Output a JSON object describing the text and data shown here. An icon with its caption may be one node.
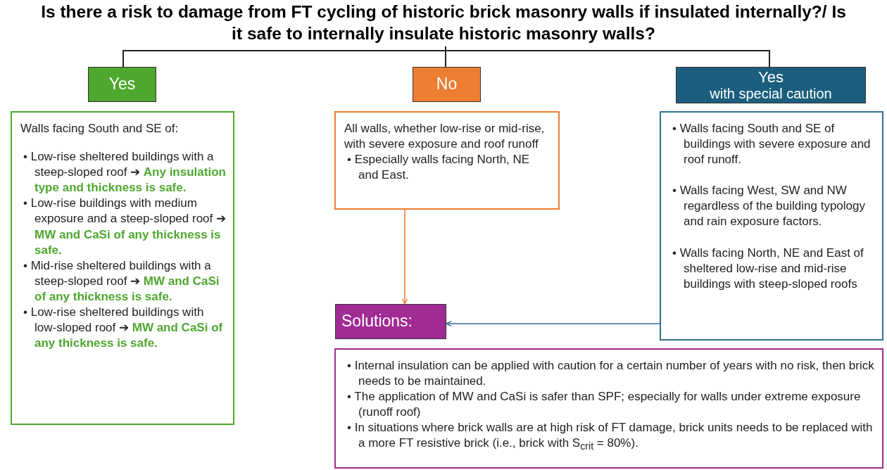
{
  "diagram": {
    "title": "Is there a risk to damage from FT cycling of historic brick masonry walls if insulated internally?/ Is it safe to internally insulate historic masonry walls?",
    "nodes": [
      {
        "text": [
          "Yes"
        ]
      },
      {
        "text": [
          "No"
        ]
      },
      {
        "text": [
          "Yes",
          "with special caution"
        ]
      },
      {
        "text": [
          "Walls facing South and SE of:",
          "• Low-rise sheltered buildings with a steep-sloped roof ➔ **Any insulation type and thickness is safe.**",
          "• Low-rise buildings with medium exposure and a steep-sloped roof ➔ **MW and CaSi of any thickness is safe.**",
          "• Mid-rise sheltered buildings with a steep-sloped roof ➔ **MW and CaSi of any thickness is safe.**",
          "• Low-rise sheltered buildings with low-sloped roof ➔ **MW and CaSi of any thickness is safe.**"
        ]
      },
      {
        "text": [
          "All walls, whether low-rise or mid-rise, with severe exposure and roof runoff",
          "• Especially walls facing North, NE and East."
        ]
      },
      {
        "text": [
          "• Walls facing South and SE of buildings with severe exposure and roof runoff.",
          "• Walls facing West, SW and NW regardless of the building typology and rain exposure factors.",
          "• Walls facing North, NE and East of sheltered low-rise and mid-rise buildings with steep-sloped roofs"
        ]
      },
      {
        "text": [
          "Solutions:"
        ]
      },
      {
        "text": [
          "• Internal insulation can be applied with caution for a certain number of years with no risk, then brick needs to be maintained.",
          "• The application of MW and CaSi is safer than SPF; especially for walls under extreme exposure (runoff roof)",
          "• In situations where brick walls are at high risk of FT damage, brick units needs to be replaced with a more FT resistive brick (i.e., brick with S$_{crit}$ = 80%)."
        ]
      }
    ],
    "edges": [
      {
        "from": 4,
        "to": 6,
        "arrow": "to",
        "color": "#ed7d31"
      },
      {
        "from": 5,
        "to": 6,
        "arrow": "to",
        "color": "#2e6f96"
      }
    ]
  }
}
